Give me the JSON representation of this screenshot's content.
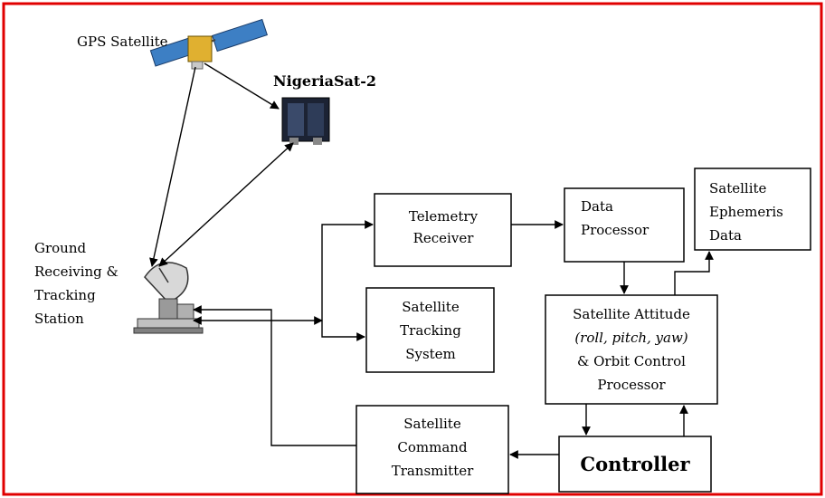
{
  "labels": {
    "gps_satellite": "GPS Satellite",
    "nigeriasat": "NigeriaSat-2",
    "ground_station": [
      "Ground",
      "Receiving &",
      "Tracking",
      "Station"
    ]
  },
  "boxes": {
    "telemetry_receiver": [
      "Telemetry",
      "Receiver"
    ],
    "data_processor": [
      "Data",
      "Processor"
    ],
    "ephemeris": [
      "Satellite",
      "Ephemeris",
      "Data"
    ],
    "tracking_system": [
      "Satellite",
      "Tracking",
      "System"
    ],
    "attitude_processor": [
      "Satellite Attitude",
      "(roll, pitch, yaw)",
      "& Orbit Control",
      "Processor"
    ],
    "command_transmitter": [
      "Satellite",
      "Command",
      "Transmitter"
    ],
    "controller": "Controller"
  },
  "colors": {
    "border": "#e00000",
    "stroke": "#000000",
    "satellite_panel": "#3d7fc4"
  },
  "icons": [
    "gps-satellite-icon",
    "nigeriasat-icon",
    "dish-antenna-icon"
  ]
}
